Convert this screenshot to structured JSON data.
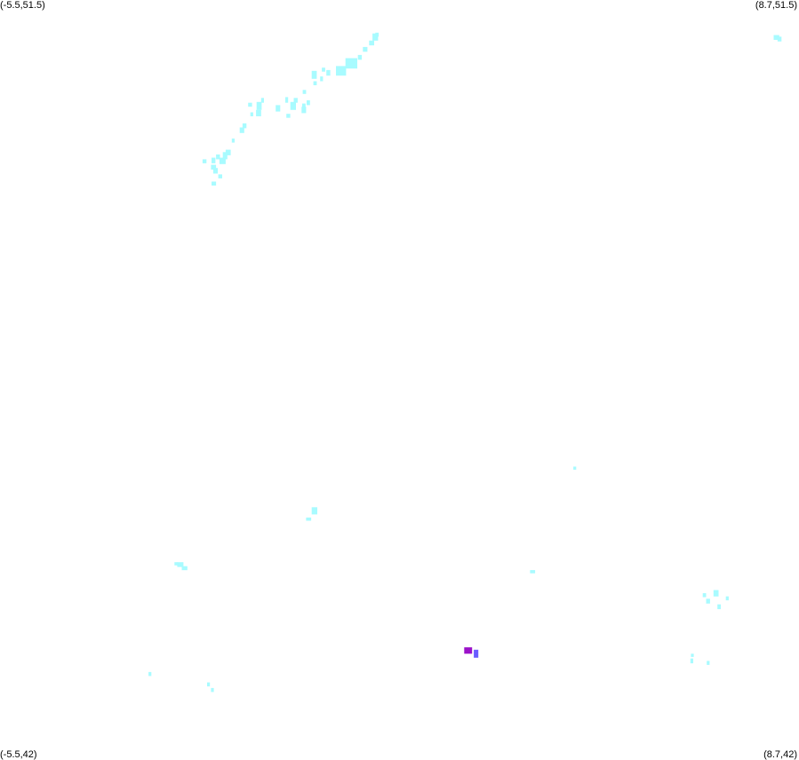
{
  "labels": {
    "top_left": "(-5.5,51.5)",
    "top_right": "(8.7,51.5)",
    "bottom_left": "(-5.5,42)",
    "bottom_right": "(8.7,42)"
  },
  "extent": {
    "lon_min": -5.5,
    "lon_max": 8.7,
    "lat_min": 42,
    "lat_max": 51.5
  },
  "colors": {
    "background": "#ffffff",
    "low": "#a8fbff",
    "mid": "#6a5cff",
    "high": "#9b12c9"
  },
  "chart_data": {
    "type": "heatmap",
    "x_range": [
      -5.5,
      8.7
    ],
    "y_range": [
      42,
      51.5
    ],
    "cells": [
      {
        "lon": 1.17,
        "lat": 51.04,
        "w": 0.06,
        "h": 0.05,
        "level": "low"
      },
      {
        "lon": 1.12,
        "lat": 50.99,
        "w": 0.1,
        "h": 0.09,
        "level": "low"
      },
      {
        "lon": 1.06,
        "lat": 50.93,
        "w": 0.09,
        "h": 0.06,
        "level": "low"
      },
      {
        "lon": 0.95,
        "lat": 50.85,
        "w": 0.08,
        "h": 0.06,
        "level": "low"
      },
      {
        "lon": 0.86,
        "lat": 50.75,
        "w": 0.07,
        "h": 0.06,
        "level": "low"
      },
      {
        "lon": 0.64,
        "lat": 50.64,
        "w": 0.21,
        "h": 0.13,
        "level": "low"
      },
      {
        "lon": 0.47,
        "lat": 50.55,
        "w": 0.18,
        "h": 0.12,
        "level": "low"
      },
      {
        "lon": 0.3,
        "lat": 50.55,
        "w": 0.07,
        "h": 0.07,
        "level": "low"
      },
      {
        "lon": 0.22,
        "lat": 50.6,
        "w": 0.06,
        "h": 0.05,
        "level": "low"
      },
      {
        "lon": 0.19,
        "lat": 50.48,
        "w": 0.05,
        "h": 0.06,
        "level": "low"
      },
      {
        "lon": 0.04,
        "lat": 50.51,
        "w": 0.09,
        "h": 0.1,
        "level": "low"
      },
      {
        "lon": 0.07,
        "lat": 50.43,
        "w": 0.06,
        "h": 0.05,
        "level": "low"
      },
      {
        "lon": -0.12,
        "lat": 50.32,
        "w": 0.06,
        "h": 0.05,
        "level": "low"
      },
      {
        "lon": -0.05,
        "lat": 50.18,
        "w": 0.06,
        "h": 0.06,
        "level": "low"
      },
      {
        "lon": -0.13,
        "lat": 50.15,
        "w": 0.06,
        "h": 0.05,
        "level": "low"
      },
      {
        "lon": -0.28,
        "lat": 50.21,
        "w": 0.07,
        "h": 0.06,
        "level": "low"
      },
      {
        "lon": -0.14,
        "lat": 50.08,
        "w": 0.08,
        "h": 0.08,
        "level": "low"
      },
      {
        "lon": -0.34,
        "lat": 50.12,
        "w": 0.1,
        "h": 0.1,
        "level": "low"
      },
      {
        "lon": -0.43,
        "lat": 50.21,
        "w": 0.05,
        "h": 0.07,
        "level": "low"
      },
      {
        "lon": -0.41,
        "lat": 50.02,
        "w": 0.07,
        "h": 0.05,
        "level": "low"
      },
      {
        "lon": -0.6,
        "lat": 50.1,
        "w": 0.08,
        "h": 0.08,
        "level": "low"
      },
      {
        "lon": -0.86,
        "lat": 50.21,
        "w": 0.05,
        "h": 0.06,
        "level": "low"
      },
      {
        "lon": -0.94,
        "lat": 50.12,
        "w": 0.09,
        "h": 0.1,
        "level": "low"
      },
      {
        "lon": -0.95,
        "lat": 50.04,
        "w": 0.09,
        "h": 0.08,
        "level": "low"
      },
      {
        "lon": -1.05,
        "lat": 50.04,
        "w": 0.05,
        "h": 0.05,
        "level": "low"
      },
      {
        "lon": -1.09,
        "lat": 50.16,
        "w": 0.07,
        "h": 0.05,
        "level": "low"
      },
      {
        "lon": -1.24,
        "lat": 49.83,
        "w": 0.08,
        "h": 0.07,
        "level": "low"
      },
      {
        "lon": -1.19,
        "lat": 49.89,
        "w": 0.07,
        "h": 0.06,
        "level": "low"
      },
      {
        "lon": -1.38,
        "lat": 49.71,
        "w": 0.05,
        "h": 0.05,
        "level": "low"
      },
      {
        "lon": -1.49,
        "lat": 49.55,
        "w": 0.09,
        "h": 0.07,
        "level": "low"
      },
      {
        "lon": -1.54,
        "lat": 49.5,
        "w": 0.08,
        "h": 0.09,
        "level": "low"
      },
      {
        "lon": -1.66,
        "lat": 49.5,
        "w": 0.07,
        "h": 0.06,
        "level": "low"
      },
      {
        "lon": -1.6,
        "lat": 49.44,
        "w": 0.11,
        "h": 0.08,
        "level": "low"
      },
      {
        "lon": -1.74,
        "lat": 49.45,
        "w": 0.07,
        "h": 0.07,
        "level": "low"
      },
      {
        "lon": -1.75,
        "lat": 49.37,
        "w": 0.09,
        "h": 0.06,
        "level": "low"
      },
      {
        "lon": -1.9,
        "lat": 49.45,
        "w": 0.07,
        "h": 0.05,
        "level": "low"
      },
      {
        "lon": -1.71,
        "lat": 49.32,
        "w": 0.08,
        "h": 0.07,
        "level": "low"
      },
      {
        "lon": -1.62,
        "lat": 49.26,
        "w": 0.07,
        "h": 0.05,
        "level": "low"
      },
      {
        "lon": -1.74,
        "lat": 49.17,
        "w": 0.08,
        "h": 0.05,
        "level": "low"
      },
      {
        "lon": 8.25,
        "lat": 51.0,
        "w": 0.1,
        "h": 0.06,
        "level": "low"
      },
      {
        "lon": 8.32,
        "lat": 50.98,
        "w": 0.07,
        "h": 0.06,
        "level": "low"
      },
      {
        "lon": 4.69,
        "lat": 45.6,
        "w": 0.05,
        "h": 0.04,
        "level": "low"
      },
      {
        "lon": 0.04,
        "lat": 45.04,
        "w": 0.1,
        "h": 0.09,
        "level": "low"
      },
      {
        "lon": -0.06,
        "lat": 44.96,
        "w": 0.09,
        "h": 0.04,
        "level": "low"
      },
      {
        "lon": -2.35,
        "lat": 44.38,
        "w": 0.11,
        "h": 0.06,
        "level": "low"
      },
      {
        "lon": -2.27,
        "lat": 44.34,
        "w": 0.1,
        "h": 0.05,
        "level": "low"
      },
      {
        "lon": -2.4,
        "lat": 44.4,
        "w": 0.06,
        "h": 0.04,
        "level": "low"
      },
      {
        "lon": 3.92,
        "lat": 44.3,
        "w": 0.09,
        "h": 0.04,
        "level": "low"
      },
      {
        "lon": 6.99,
        "lat": 44.0,
        "w": 0.06,
        "h": 0.05,
        "level": "low"
      },
      {
        "lon": 7.05,
        "lat": 43.92,
        "w": 0.07,
        "h": 0.06,
        "level": "low"
      },
      {
        "lon": 7.18,
        "lat": 44.01,
        "w": 0.09,
        "h": 0.08,
        "level": "low"
      },
      {
        "lon": 7.25,
        "lat": 43.85,
        "w": 0.06,
        "h": 0.06,
        "level": "low"
      },
      {
        "lon": 7.4,
        "lat": 43.96,
        "w": 0.05,
        "h": 0.05,
        "level": "low"
      },
      {
        "lon": 2.75,
        "lat": 43.29,
        "w": 0.14,
        "h": 0.08,
        "level": "high"
      },
      {
        "lon": 2.92,
        "lat": 43.24,
        "w": 0.08,
        "h": 0.1,
        "level": "mid"
      },
      {
        "lon": 6.78,
        "lat": 43.25,
        "w": 0.05,
        "h": 0.04,
        "level": "low"
      },
      {
        "lon": 6.77,
        "lat": 43.17,
        "w": 0.05,
        "h": 0.06,
        "level": "low"
      },
      {
        "lon": 7.06,
        "lat": 43.15,
        "w": 0.05,
        "h": 0.05,
        "level": "low"
      },
      {
        "lon": -2.86,
        "lat": 43.01,
        "w": 0.05,
        "h": 0.05,
        "level": "low"
      },
      {
        "lon": -1.82,
        "lat": 42.88,
        "w": 0.05,
        "h": 0.05,
        "level": "low"
      },
      {
        "lon": -1.75,
        "lat": 42.81,
        "w": 0.05,
        "h": 0.05,
        "level": "low"
      }
    ]
  }
}
